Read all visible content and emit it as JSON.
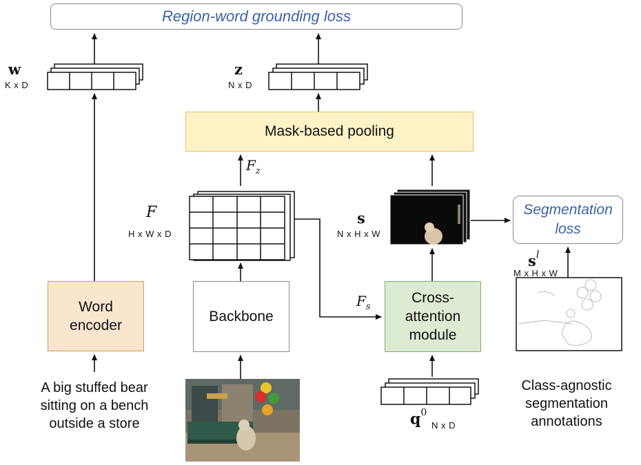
{
  "boxes": {
    "grounding_loss": "Region-word grounding loss",
    "mask_pooling": "Mask-based pooling",
    "word_encoder_line1": "Word",
    "word_encoder_line2": "encoder",
    "backbone": "Backbone",
    "cross_attention_line1": "Cross-",
    "cross_attention_line2": "attention",
    "cross_attention_line3": "module",
    "segmentation_loss_line1": "Segmentation",
    "segmentation_loss_line2": "loss"
  },
  "symbols": {
    "w": "w",
    "w_dim": "K x D",
    "z": "z",
    "z_dim": "N x D",
    "F": "F",
    "F_dim": "H x W x D",
    "Fz": "z",
    "Fs": "s",
    "s": "s",
    "s_dim": "N x H x W",
    "sl": "s",
    "sl_sup": "l",
    "sl_dim": "M x H x W",
    "q0": "q",
    "q0_sup": "0",
    "q0_dim": "N x D"
  },
  "captions": {
    "text_line1": "A big stuffed bear",
    "text_line2": "sitting on a bench",
    "text_line3": "outside a store",
    "annot_line1": "Class-agnostic",
    "annot_line2": "segmentation",
    "annot_line3": "annotations"
  },
  "colors": {
    "loss_text": "#3a62a8",
    "pooling_fill": "#fdf3c6",
    "encoder_fill": "#fae6cf",
    "cross_attention_fill": "#dcebd2"
  }
}
